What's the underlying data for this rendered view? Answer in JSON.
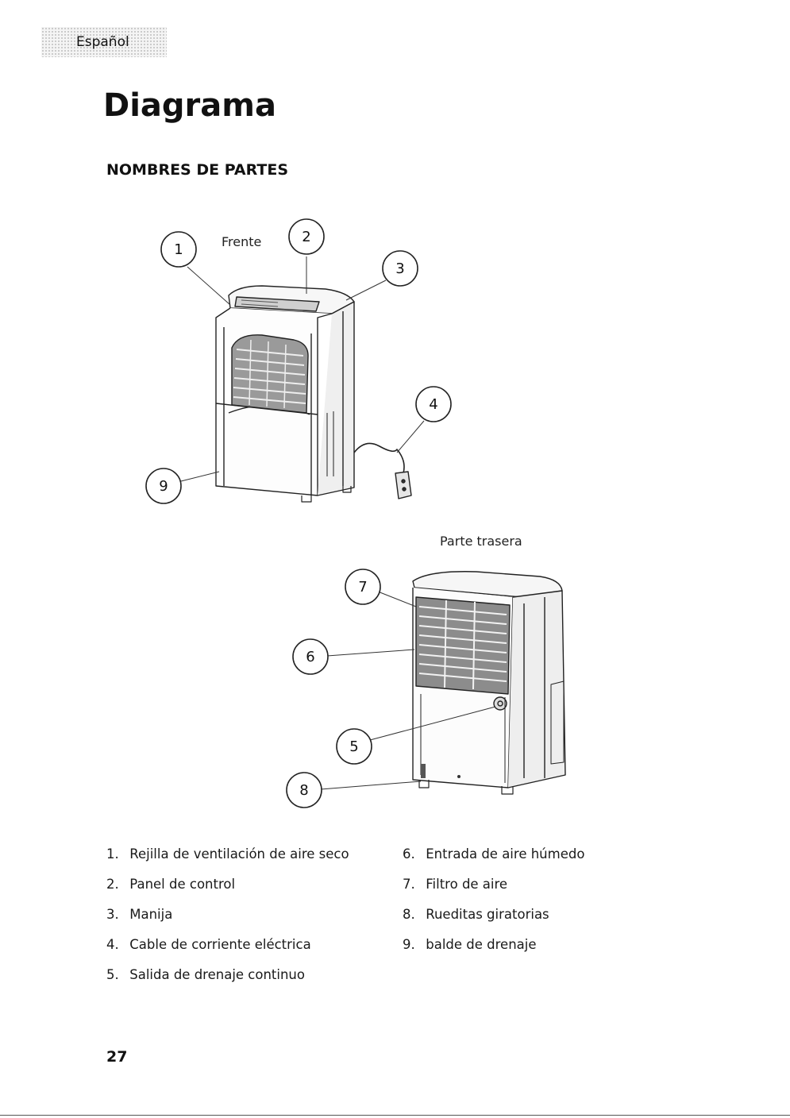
{
  "header": {
    "language_tab": "Español"
  },
  "page": {
    "title": "Diagrama",
    "subtitle": "NOMBRES DE PARTES",
    "number": "27"
  },
  "diagram": {
    "front_label": "Frente",
    "rear_label": "Parte trasera",
    "callouts": [
      "1",
      "2",
      "3",
      "4",
      "5",
      "6",
      "7",
      "8",
      "9"
    ]
  },
  "parts_left": [
    {
      "num": "1.",
      "label": "Rejilla de ventilación de aire seco"
    },
    {
      "num": "2.",
      "label": "Panel de control"
    },
    {
      "num": "3.",
      "label": "Manija"
    },
    {
      "num": "4.",
      "label": "Cable de corriente eléctrica"
    },
    {
      "num": "5.",
      "label": "Salida de drenaje continuo"
    }
  ],
  "parts_right": [
    {
      "num": "6.",
      "label": "Entrada de aire húmedo"
    },
    {
      "num": "7.",
      "label": "Filtro de aire"
    },
    {
      "num": "8.",
      "label": "Rueditas giratorias"
    },
    {
      "num": "9.",
      "label": "balde de drenaje"
    }
  ]
}
